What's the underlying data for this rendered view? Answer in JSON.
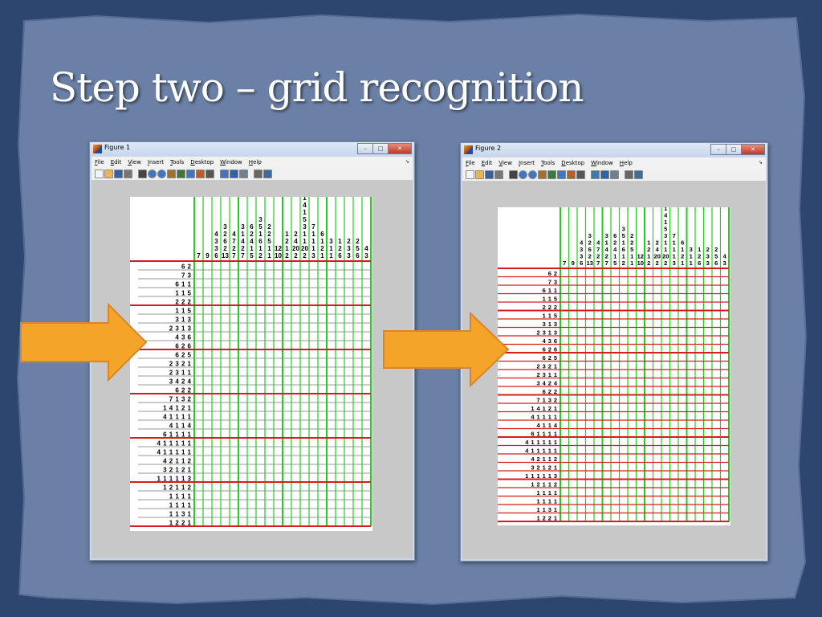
{
  "slide": {
    "title": "Step two – grid recognition"
  },
  "windows": [
    {
      "title": "Figure 1",
      "menu": [
        "File",
        "Edit",
        "View",
        "Insert",
        "Tools",
        "Desktop",
        "Window",
        "Help"
      ],
      "toolbar_icons": [
        "new-file-icon",
        "open-folder-icon",
        "save-icon",
        "print-icon",
        "pointer-icon",
        "zoom-in-icon",
        "zoom-out-icon",
        "pan-icon",
        "rotate-icon",
        "data-cursor-icon",
        "brush-icon",
        "dropdown-icon",
        "link-icon",
        "colorbar-icon",
        "legend-icon",
        "hide-tools-icon",
        "dock-icon"
      ],
      "column_clues": [
        [
          "7"
        ],
        [
          "9"
        ],
        [
          "4",
          "3",
          "3",
          "6"
        ],
        [
          "3",
          "2",
          "6",
          "2",
          "13"
        ],
        [
          "4",
          "7",
          "2",
          "7"
        ],
        [
          "3",
          "1",
          "4",
          "2",
          "7"
        ],
        [
          "6",
          "2",
          "4",
          "1",
          "5"
        ],
        [
          "3",
          "5",
          "1",
          "6",
          "1",
          "2"
        ],
        [
          "2",
          "2",
          "5",
          "1",
          "1"
        ],
        [
          "12",
          "10"
        ],
        [
          "1",
          "2",
          "1",
          "2"
        ],
        [
          "2",
          "4",
          "20",
          "2"
        ],
        [
          "1",
          "4",
          "1",
          "5",
          "3",
          "1",
          "1",
          "20",
          "2"
        ],
        [
          "7",
          "1",
          "1",
          "1",
          "3"
        ],
        [
          "6",
          "1",
          "2",
          "1"
        ],
        [
          "3",
          "1",
          "1"
        ],
        [
          "1",
          "2",
          "6"
        ],
        [
          "2",
          "3",
          "3"
        ],
        [
          "2",
          "5",
          "6"
        ],
        [
          "4",
          "3"
        ]
      ],
      "row_clues": [
        [
          "6",
          "2"
        ],
        [
          "7",
          "3"
        ],
        [
          "6",
          "1",
          "1"
        ],
        [
          "1",
          "1",
          "5"
        ],
        [
          "2",
          "2",
          "2"
        ],
        [
          "1",
          "1",
          "5"
        ],
        [
          "3",
          "1",
          "3"
        ],
        [
          "2",
          "3",
          "1",
          "3"
        ],
        [
          "4",
          "3",
          "6"
        ],
        [
          "6",
          "2",
          "6"
        ],
        [
          "6",
          "2",
          "5"
        ],
        [
          "2",
          "3",
          "2",
          "1"
        ],
        [
          "2",
          "3",
          "1",
          "1"
        ],
        [
          "3",
          "4",
          "2",
          "4"
        ],
        [
          "6",
          "2",
          "2"
        ],
        [
          "7",
          "1",
          "3",
          "2"
        ],
        [
          "1",
          "4",
          "1",
          "2",
          "1"
        ],
        [
          "4",
          "1",
          "1",
          "1",
          "1"
        ],
        [
          "4",
          "1",
          "1",
          "4"
        ],
        [
          "6",
          "1",
          "1",
          "1",
          "1"
        ],
        [
          "4",
          "1",
          "1",
          "1",
          "1",
          "1"
        ],
        [
          "4",
          "1",
          "1",
          "1",
          "1",
          "1"
        ],
        [
          "4",
          "2",
          "1",
          "1",
          "2"
        ],
        [
          "3",
          "2",
          "1",
          "2",
          "1"
        ],
        [
          "1",
          "1",
          "1",
          "1",
          "1",
          "3"
        ],
        [
          "1",
          "2",
          "1",
          "1",
          "2"
        ],
        [
          "1",
          "1",
          "1",
          "1"
        ],
        [
          "1",
          "1",
          "1",
          "1"
        ],
        [
          "1",
          "1",
          "3",
          "1"
        ],
        [
          "1",
          "2",
          "2",
          "1"
        ]
      ]
    },
    {
      "title": "Figure 2",
      "menu": [
        "File",
        "Edit",
        "View",
        "Insert",
        "Tools",
        "Desktop",
        "Window",
        "Help"
      ],
      "toolbar_icons": [
        "new-file-icon",
        "open-folder-icon",
        "save-icon",
        "print-icon",
        "pointer-icon",
        "zoom-in-icon",
        "zoom-out-icon",
        "pan-icon",
        "rotate-icon",
        "data-cursor-icon",
        "brush-icon",
        "dropdown-icon",
        "link-icon",
        "colorbar-icon",
        "legend-icon",
        "hide-tools-icon",
        "dock-icon"
      ],
      "column_clues": [
        [
          "7"
        ],
        [
          "9"
        ],
        [
          "4",
          "3",
          "3",
          "6"
        ],
        [
          "3",
          "2",
          "6",
          "2",
          "13"
        ],
        [
          "4",
          "7",
          "2",
          "7"
        ],
        [
          "3",
          "1",
          "4",
          "2",
          "7"
        ],
        [
          "6",
          "2",
          "4",
          "1",
          "5"
        ],
        [
          "3",
          "5",
          "1",
          "6",
          "1",
          "2"
        ],
        [
          "2",
          "2",
          "5",
          "1",
          "1"
        ],
        [
          "12",
          "10"
        ],
        [
          "1",
          "2",
          "1",
          "2"
        ],
        [
          "2",
          "4",
          "20",
          "2"
        ],
        [
          "1",
          "4",
          "1",
          "5",
          "3",
          "1",
          "1",
          "20",
          "2"
        ],
        [
          "7",
          "1",
          "1",
          "1",
          "3"
        ],
        [
          "6",
          "1",
          "2",
          "1"
        ],
        [
          "3",
          "1",
          "1"
        ],
        [
          "1",
          "2",
          "6"
        ],
        [
          "2",
          "3",
          "3"
        ],
        [
          "2",
          "5",
          "6"
        ],
        [
          "4",
          "3"
        ]
      ],
      "row_clues": [
        [
          "6",
          "2"
        ],
        [
          "7",
          "3"
        ],
        [
          "6",
          "1",
          "1"
        ],
        [
          "1",
          "1",
          "5"
        ],
        [
          "2",
          "2",
          "2"
        ],
        [
          "1",
          "1",
          "5"
        ],
        [
          "3",
          "1",
          "3"
        ],
        [
          "2",
          "3",
          "1",
          "3"
        ],
        [
          "4",
          "3",
          "6"
        ],
        [
          "6",
          "2",
          "6"
        ],
        [
          "6",
          "2",
          "5"
        ],
        [
          "2",
          "3",
          "2",
          "1"
        ],
        [
          "2",
          "3",
          "1",
          "1"
        ],
        [
          "3",
          "4",
          "2",
          "4"
        ],
        [
          "6",
          "2",
          "2"
        ],
        [
          "7",
          "1",
          "3",
          "2"
        ],
        [
          "1",
          "4",
          "1",
          "2",
          "1"
        ],
        [
          "4",
          "1",
          "1",
          "1",
          "1"
        ],
        [
          "4",
          "1",
          "1",
          "4"
        ],
        [
          "6",
          "1",
          "1",
          "1",
          "1"
        ],
        [
          "4",
          "1",
          "1",
          "1",
          "1",
          "1"
        ],
        [
          "4",
          "1",
          "1",
          "1",
          "1",
          "1"
        ],
        [
          "4",
          "2",
          "1",
          "1",
          "2"
        ],
        [
          "3",
          "2",
          "1",
          "2",
          "1"
        ],
        [
          "1",
          "1",
          "1",
          "1",
          "1",
          "3"
        ],
        [
          "1",
          "2",
          "1",
          "1",
          "2"
        ],
        [
          "1",
          "1",
          "1",
          "1"
        ],
        [
          "1",
          "1",
          "1",
          "1"
        ],
        [
          "1",
          "1",
          "3",
          "1"
        ],
        [
          "1",
          "2",
          "2",
          "1"
        ]
      ]
    }
  ],
  "arrows": {
    "fill": "#f5a42a",
    "stroke": "#d9862a"
  },
  "colors": {
    "background": "#2f4770",
    "panel": "#6d82a8",
    "grid_red": "#d81c1c",
    "grid_green": "#22cc22"
  }
}
